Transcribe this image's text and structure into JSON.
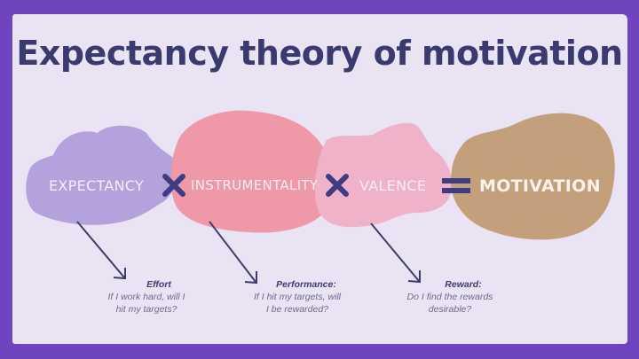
{
  "title": "Expectancy theory of motivation",
  "colors": {
    "frame": "#6f45bf",
    "card": "#e9e3f4",
    "title": "#3a3a6e",
    "expectancy_blob": "#b3a2dc",
    "instrumentality_blob": "#ee98a8",
    "valence_blob": "#f0b2c8",
    "motivation_blob": "#c49f7b",
    "operator": "#3e3c82"
  },
  "equation": {
    "terms": [
      {
        "label": "EXPECTANCY"
      },
      {
        "label": "INSTRUMENTALITY"
      },
      {
        "label": "VALENCE"
      },
      {
        "label": "MOTIVATION"
      }
    ],
    "operators": [
      "multiply-icon",
      "multiply-icon",
      "equals-icon"
    ]
  },
  "captions": [
    {
      "heading": "Effort",
      "line1": "If I work hard, will I",
      "line2": "hit my targets?"
    },
    {
      "heading": "Performance:",
      "line1": "If I hit my targets, will",
      "line2": "I be rewarded?"
    },
    {
      "heading": "Reward:",
      "line1": "Do I find the rewards",
      "line2": "desirable?"
    }
  ]
}
